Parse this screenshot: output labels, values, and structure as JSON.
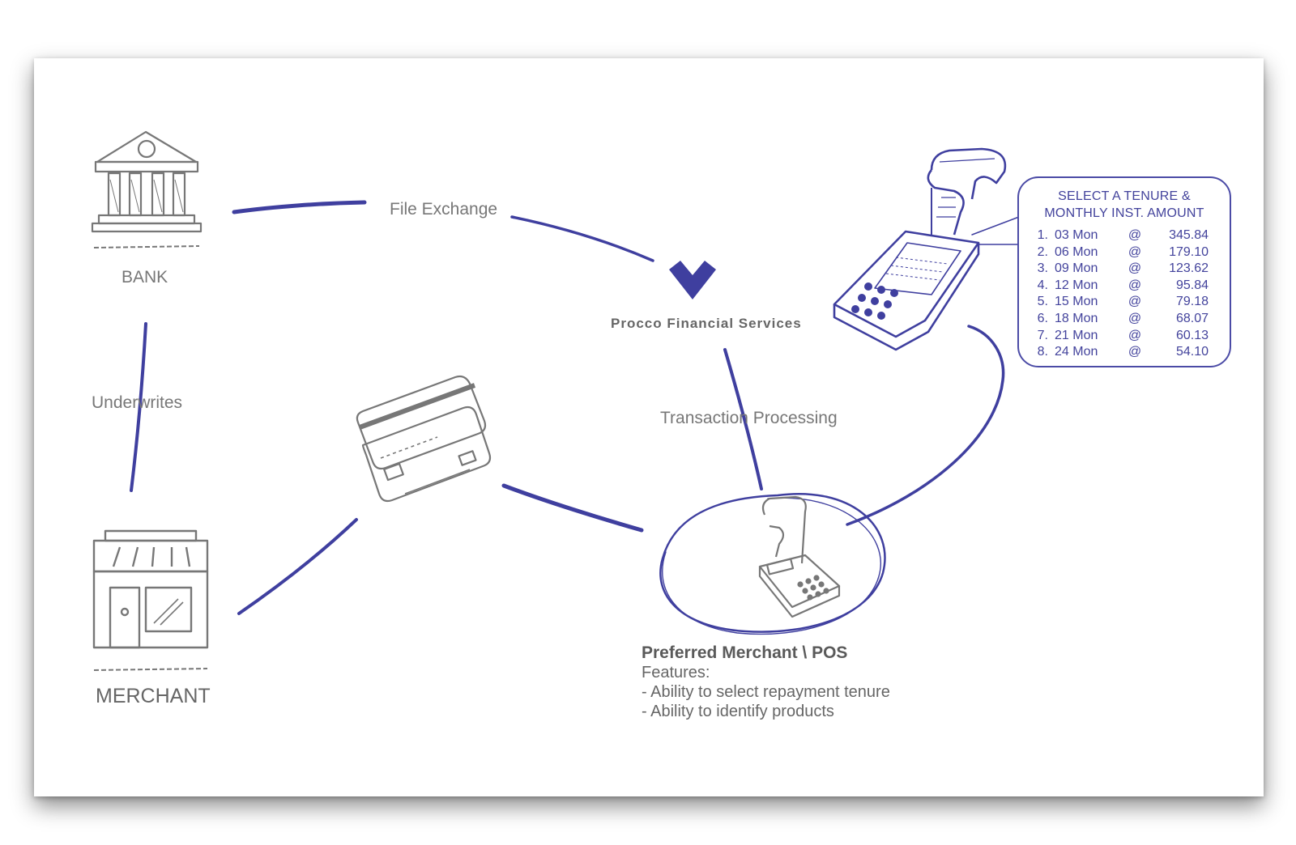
{
  "nodes": {
    "bank": "BANK",
    "merchant": "MERCHANT",
    "processor": "Procco Financial Services"
  },
  "connectors": {
    "file_exchange": "File Exchange",
    "underwrites": "Underwrites",
    "transaction_processing": "Transaction Processing"
  },
  "pos": {
    "title": "Preferred Merchant \\ POS",
    "features_label": "Features:",
    "features": [
      "- Ability to select repayment tenure",
      "- Ability to identify products"
    ]
  },
  "tenure_box": {
    "heading_line1": "SELECT A TENURE &",
    "heading_line2": "MONTHLY INST. AMOUNT",
    "rows": [
      {
        "num": "1.",
        "period": "03 Mon",
        "at": "@",
        "amount": "345.84"
      },
      {
        "num": "2.",
        "period": "06 Mon",
        "at": "@",
        "amount": "179.10"
      },
      {
        "num": "3.",
        "period": "09 Mon",
        "at": "@",
        "amount": "123.62"
      },
      {
        "num": "4.",
        "period": "12 Mon",
        "at": "@",
        "amount": "95.84"
      },
      {
        "num": "5.",
        "period": "15 Mon",
        "at": "@",
        "amount": "79.18"
      },
      {
        "num": "6.",
        "period": "18 Mon",
        "at": "@",
        "amount": "68.07"
      },
      {
        "num": "7.",
        "period": "21 Mon",
        "at": "@",
        "amount": "60.13"
      },
      {
        "num": "8.",
        "period": "24 Mon",
        "at": "@",
        "amount": "54.10"
      }
    ]
  },
  "colors": {
    "accent": "#3f3f9f",
    "sketch": "#777777",
    "text": "#666666"
  },
  "icons": [
    "bank-icon",
    "storefront-icon",
    "credit-card-icon",
    "procco-logo-icon",
    "pos-terminal-icon",
    "receipt-terminal-icon"
  ]
}
